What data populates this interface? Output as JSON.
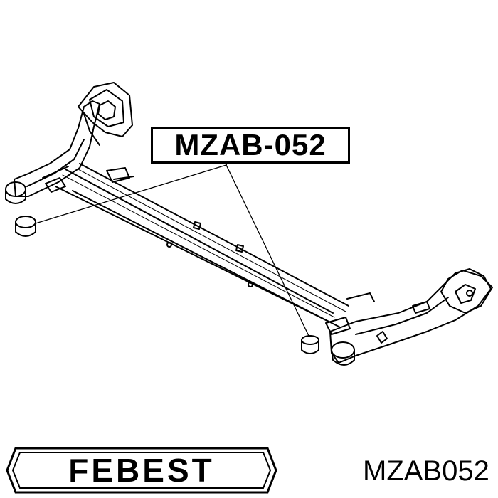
{
  "callout": {
    "part_number": "MZAB-052"
  },
  "brand": {
    "name": "FEBEST"
  },
  "footer": {
    "part_code": "MZAB052"
  },
  "colors": {
    "ink": "#000000",
    "paper": "#ffffff"
  }
}
